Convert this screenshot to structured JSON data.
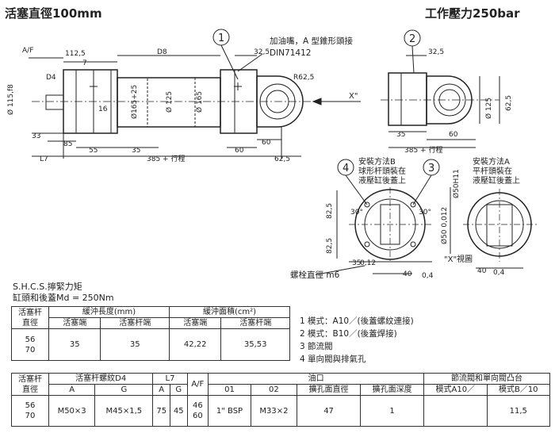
{
  "header": {
    "title": "活塞直徑100mm",
    "pressure": "工作壓力250bar"
  },
  "drawing": {
    "callout1": "1",
    "callout2": "2",
    "callout3": "3",
    "callout4": "4",
    "nipple_note_1": "加油嘴，A 型錐形頭接",
    "nipple_note_2": "DIN71412",
    "dims": {
      "af": "A/F",
      "d112": "112,5",
      "d7": "7",
      "d8": "D8",
      "d32_5": "32,5",
      "d32_5b": "32,5",
      "r62_5": "R62,5",
      "d4": "D4",
      "d115": "Ø 115,f8",
      "d16": "16",
      "d165_25": "Ø165+25",
      "d125": "Ø 125",
      "d165": "Ø 165",
      "d33": "33",
      "d85": "85",
      "d55": "55",
      "d35": "35",
      "d60a": "60",
      "d60b": "60",
      "d60c": "60",
      "d62_5": "62,5",
      "d62_5b": "62,5",
      "l7": "L7",
      "stroke1": "385 + 行程",
      "stroke2": "385 + 行程",
      "x_arrow": "X\"",
      "d125b": "Ø 125",
      "d35b": "35",
      "mount_b": "安裝方法B",
      "mount_b2": "球形杆頭裝在",
      "mount_b3": "液壓缸後蓋上",
      "mount_a": "安裝方法A",
      "mount_a2": "平杆頭裝在",
      "mount_a3": "液壓缸後蓋上",
      "d30a": "30°",
      "d30b": "30°",
      "d82_5a": "82,5",
      "d82_5b": "82,5",
      "d50_012": "Ø50 0,012",
      "d50h11": "Ø50H11",
      "d35c": "35",
      "d012": "0,12",
      "d40a": "40",
      "d04a": "0,4",
      "d40b": "40",
      "d04b": "0,4",
      "view_x": "\"X\"視圖",
      "bolt": "螺栓直徑 m6"
    }
  },
  "torque": {
    "line1": "S.H.C.S.擰緊力矩",
    "line2": "缸頭和後蓋Md = 250Nm"
  },
  "table1": {
    "rod": "活塞杆\n直徑",
    "h_len": "緩沖長度(mm)",
    "h_area": "緩沖面積(cm²)",
    "piston": "活塞端",
    "rodend": "活塞杆端",
    "piston2": "活塞端",
    "rodend2": "活塞杆端",
    "rod_values": "56\n70",
    "len_piston": "35",
    "len_rod": "35",
    "area_piston": "42,22",
    "area_rod": "35,53"
  },
  "legend": [
    "1  模式：A10／(後蓋螺紋連接)",
    "2  模式：B10／(後蓋焊接)",
    "3  節流閥",
    "4  單向閥與排氣孔"
  ],
  "table2": {
    "rod": "活塞杆\n直徑",
    "thread": "活塞杆螺紋D4",
    "l7": "L7",
    "af": "A/F",
    "port": "油口",
    "valve": "節流閥和單向閥凸台",
    "a": "A",
    "g": "G",
    "a2": "A",
    "g2": "G",
    "c01": "01",
    "c02": "02",
    "hole_d": "擴孔面直徑",
    "hole_depth": "擴孔面深度",
    "mode_a10": "模式A10／",
    "mode_b10": "模式B／10",
    "rod_values": "56\n70",
    "thread_a": "M50×3",
    "thread_g": "M45×1,5",
    "l7_a": "75",
    "l7_g": "45",
    "af_values": "46\n60",
    "p01": "1\" BSP",
    "p02": "M33×2",
    "hole_d_val": "47",
    "hole_depth_val": "1",
    "mode_a10_val": "",
    "mode_b10_val": "11,5"
  }
}
